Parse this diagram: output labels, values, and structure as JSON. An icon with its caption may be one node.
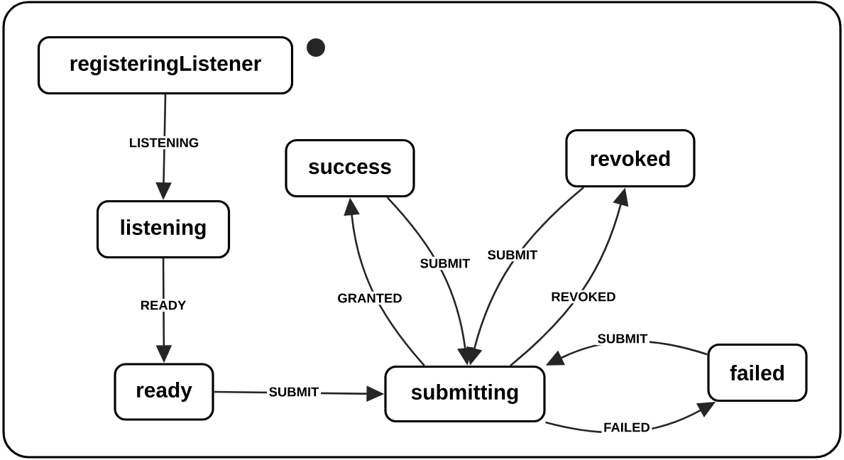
{
  "diagram": {
    "nodes": [
      {
        "text": [
          "registeringListener"
        ]
      },
      {
        "text": [],
        "shape": "circle"
      },
      {
        "text": [
          "listening"
        ]
      },
      {
        "text": [
          "success"
        ]
      },
      {
        "text": [
          "revoked"
        ]
      },
      {
        "text": [
          "ready"
        ]
      },
      {
        "text": [
          "submitting"
        ]
      },
      {
        "text": [
          "failed"
        ]
      }
    ],
    "edges": [
      {
        "from": 0,
        "to": 2,
        "arrow": "to",
        "label": "LISTENING"
      },
      {
        "from": 2,
        "to": 5,
        "arrow": "to",
        "label": "READY"
      },
      {
        "from": 5,
        "to": 6,
        "arrow": "to",
        "label": "SUBMIT"
      },
      {
        "from": 6,
        "to": 3,
        "arrow": "to",
        "label": "GRANTED"
      },
      {
        "from": 3,
        "to": 6,
        "arrow": "to",
        "label": "SUBMIT"
      },
      {
        "from": 4,
        "to": 6,
        "arrow": "to",
        "label": "SUBMIT"
      },
      {
        "from": 6,
        "to": 4,
        "arrow": "to",
        "label": "REVOKED"
      },
      {
        "from": 7,
        "to": 6,
        "arrow": "to",
        "label": "SUBMIT"
      },
      {
        "from": 6,
        "to": 7,
        "arrow": "to",
        "label": "FAILED"
      }
    ]
  }
}
